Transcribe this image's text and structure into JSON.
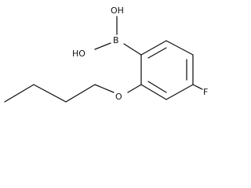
{
  "molecule": {
    "atoms": {
      "boron": "B",
      "hydroxyl_top": "OH",
      "hydroxyl_left": "HO",
      "ether_oxygen": "O",
      "fluorine": "F"
    }
  }
}
